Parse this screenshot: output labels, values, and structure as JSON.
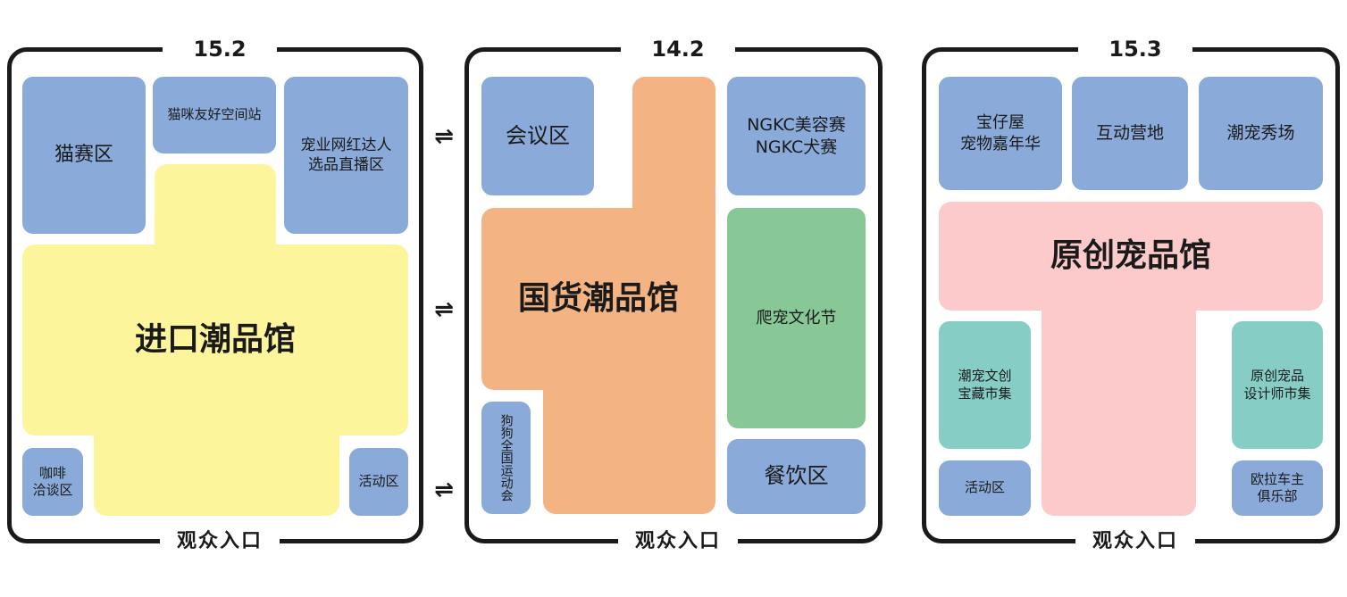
{
  "colors": {
    "blue": "#8aaad9",
    "yellow": "#fdf59c",
    "orange": "#f4b382",
    "green": "#88c896",
    "pink": "#fccacb",
    "teal": "#86cdc6",
    "border": "#1a1a1a"
  },
  "halls": [
    {
      "number": "15.2",
      "entrance": "观众入口",
      "zones": {
        "cat_show": "猫赛区",
        "cat_space": "猫咪友好空间站",
        "influencer": "宠业网红达人\n选品直播区",
        "main": "进口潮品馆",
        "cafe": "咖啡\n洽谈区",
        "activity": "活动区"
      }
    },
    {
      "number": "14.2",
      "entrance": "观众入口",
      "zones": {
        "meeting": "会议区",
        "main": "国货潮品馆",
        "ngkc": "NGKC美容赛\nNGKC犬赛",
        "reptile": "爬宠文化节",
        "dog_games": "狗狗全国运动会",
        "dining": "餐饮区"
      }
    },
    {
      "number": "15.3",
      "entrance": "观众入口",
      "zones": {
        "carnival": "宝仔屋\n宠物嘉年华",
        "interactive": "互动营地",
        "show": "潮宠秀场",
        "main": "原创宠品馆",
        "collection": "潮宠文创\n宝藏市集",
        "designer": "原创宠品\n设计师市集",
        "activity": "活动区",
        "owners": "欧拉车主\n俱乐部"
      }
    }
  ],
  "connectors": [
    "⇌",
    "⇌",
    "⇌"
  ]
}
